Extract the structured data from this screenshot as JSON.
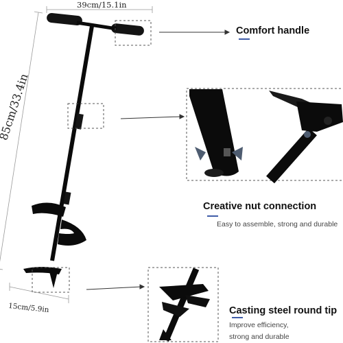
{
  "dimensions": {
    "top_width": "39cm/15.1in",
    "total_height": "85cm/33.4in",
    "blade_width": "15cm/5.9in"
  },
  "features": {
    "handle": {
      "title": "Comfort handle"
    },
    "nut": {
      "title": "Creative nut connection",
      "subtitle": "Easy to assemble, strong and durable"
    },
    "tip": {
      "title": "Casting steel round tip",
      "subtitle_line1": "Improve efficiency,",
      "subtitle_line2": "strong and durable"
    }
  },
  "colors": {
    "accent": "#3f5ca8",
    "metal": "#0b0b0b",
    "dashed": "#555555"
  }
}
